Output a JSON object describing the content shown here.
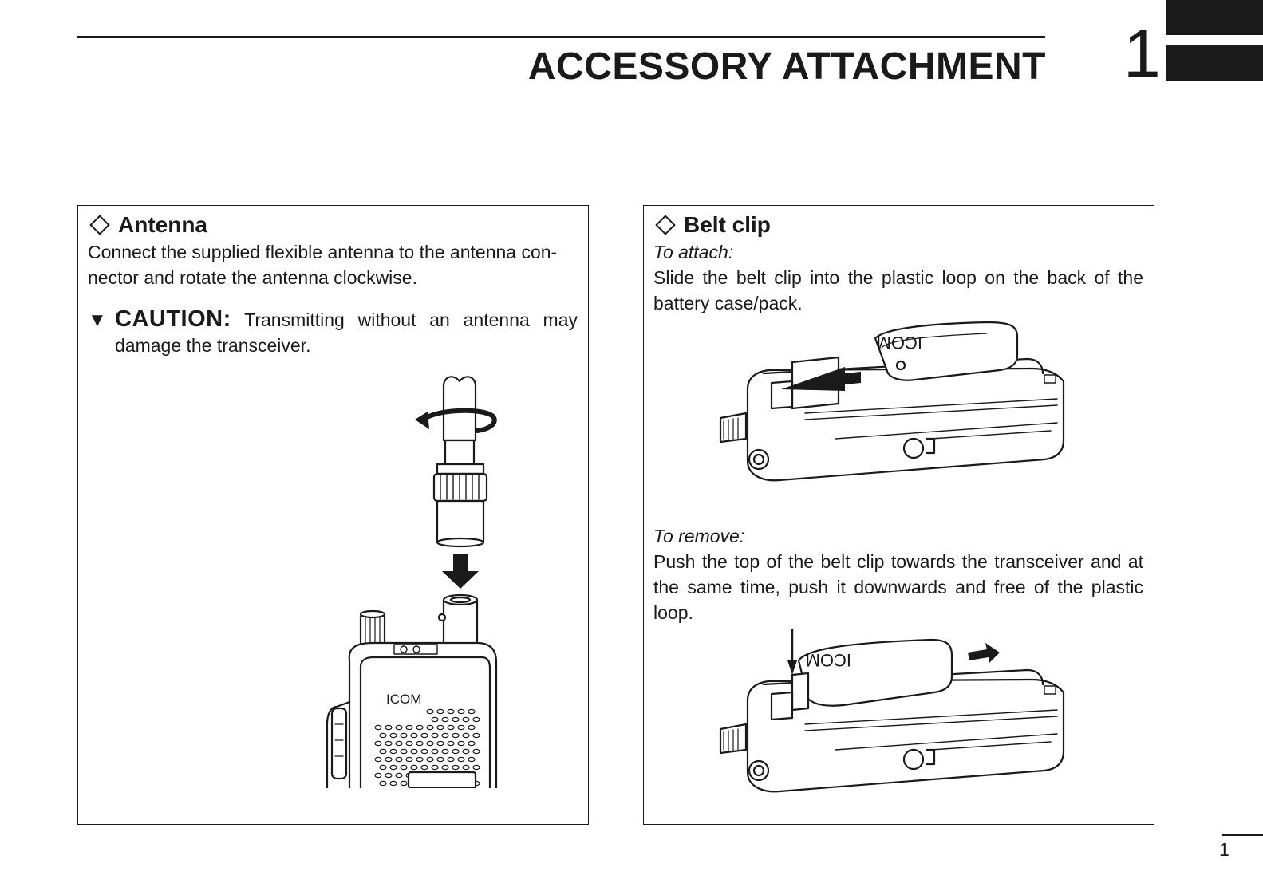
{
  "header": {
    "title": "ACCESSORY ATTACHMENT",
    "chapter_number": "1"
  },
  "antenna": {
    "heading": "Antenna",
    "body": "Connect the supplied flexible antenna to the antenna con-nector and rotate the antenna clockwise.",
    "caution_label": "CAUTION:",
    "caution_text": "Transmitting without an antenna may damage the transceiver.",
    "radio_brand": "ICOM"
  },
  "belt_clip": {
    "heading": "Belt clip",
    "attach_label": "To attach:",
    "attach_text": "Slide the belt clip into the plastic loop on the back of the battery case/pack.",
    "remove_label": "To remove:",
    "remove_text": "Push the top of the belt clip towards the transceiver and at the same time, push it downwards and free of the plastic loop.",
    "clip_brand": "ICOM"
  },
  "footer": {
    "page_number": "1"
  },
  "icons": [
    "diamond-bullet-icon",
    "caution-triangle-icon",
    "rotate-arrow-icon",
    "down-arrow-icon",
    "slide-arrow-icon"
  ]
}
